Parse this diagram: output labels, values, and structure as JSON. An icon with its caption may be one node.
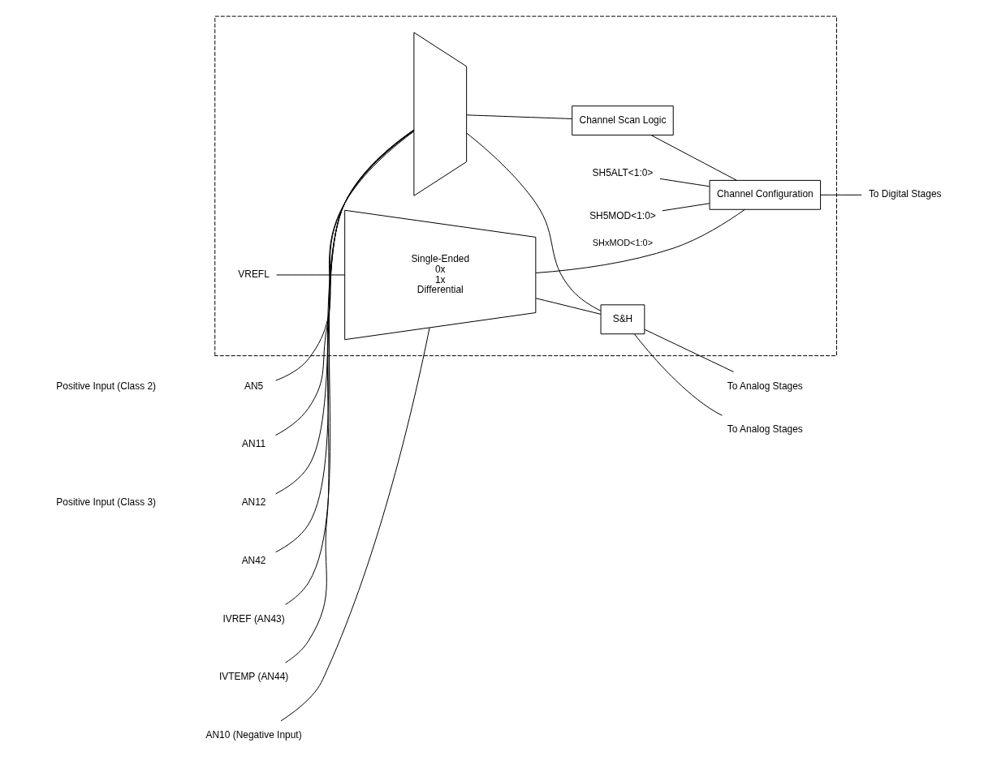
{
  "diagram": {
    "nodes": [
      {
        "text": [],
        "shape": "box"
      },
      {
        "text": [
          "AN5"
        ]
      },
      {
        "text": [
          "AN11"
        ]
      },
      {
        "text": [
          "AN12"
        ]
      },
      {
        "text": [
          "AN42"
        ]
      },
      {
        "text": [
          "IVREF (AN43)"
        ]
      },
      {
        "text": [
          "IVTEMP (AN44)"
        ]
      },
      {
        "text": [],
        "shape": "trapezoid",
        "in": 0
      },
      {
        "text": [
          "Channel Scan Logic"
        ],
        "in": 0
      },
      {
        "text": [
          "S&H"
        ],
        "in": 0
      },
      {
        "text": [
          "VREFL"
        ],
        "in": 0
      },
      {
        "text": [
          "AN10 (Negative Input)"
        ]
      },
      {
        "text": [
          "Single-Ended",
          "0x",
          "1x",
          "Differential"
        ],
        "in": 0
      },
      {
        "text": [
          "Channel Configuration"
        ],
        "in": 0
      },
      {
        "text": [
          "SH5ALT<1:0>"
        ],
        "in": 0
      },
      {
        "text": [
          "SH5MOD<1:0>"
        ],
        "in": 0
      },
      {
        "text": [
          "To Analog Stages"
        ]
      },
      {
        "text": [
          "To Analog Stages"
        ]
      },
      {
        "text": [
          "To Digital Stages"
        ]
      }
    ],
    "edges": [
      {
        "from": 1,
        "to": 7,
        "arrow": "none"
      },
      {
        "from": 2,
        "to": 7,
        "arrow": "none"
      },
      {
        "from": 3,
        "to": 7,
        "arrow": "none"
      },
      {
        "from": 4,
        "to": 7,
        "arrow": "none"
      },
      {
        "from": 5,
        "to": 7,
        "arrow": "none"
      },
      {
        "from": 6,
        "to": 7,
        "arrow": "none"
      },
      {
        "from": 7,
        "to": 8,
        "arrow": "none"
      },
      {
        "from": 7,
        "to": 9,
        "arrow": "none"
      },
      {
        "from": 8,
        "to": 13,
        "arrow": "none"
      },
      {
        "from": 10,
        "to": 12,
        "arrow": "none"
      },
      {
        "from": 11,
        "to": 12,
        "arrow": "none"
      },
      {
        "from": 12,
        "to": 9,
        "arrow": "none"
      },
      {
        "from": 12,
        "to": 13,
        "label": "SHxMOD<1:0>",
        "arrow": "none"
      },
      {
        "from": 9,
        "to": 16,
        "arrow": "none"
      },
      {
        "from": 9,
        "to": 17,
        "arrow": "none"
      },
      {
        "from": 13,
        "to": 18,
        "arrow": "none"
      },
      {
        "from": 14,
        "to": 13,
        "arrow": "none"
      },
      {
        "from": 15,
        "to": 13,
        "arrow": "none"
      }
    ],
    "labels": [
      "Positive Input (Class 2)",
      "Positive Input (Class 3)"
    ]
  }
}
